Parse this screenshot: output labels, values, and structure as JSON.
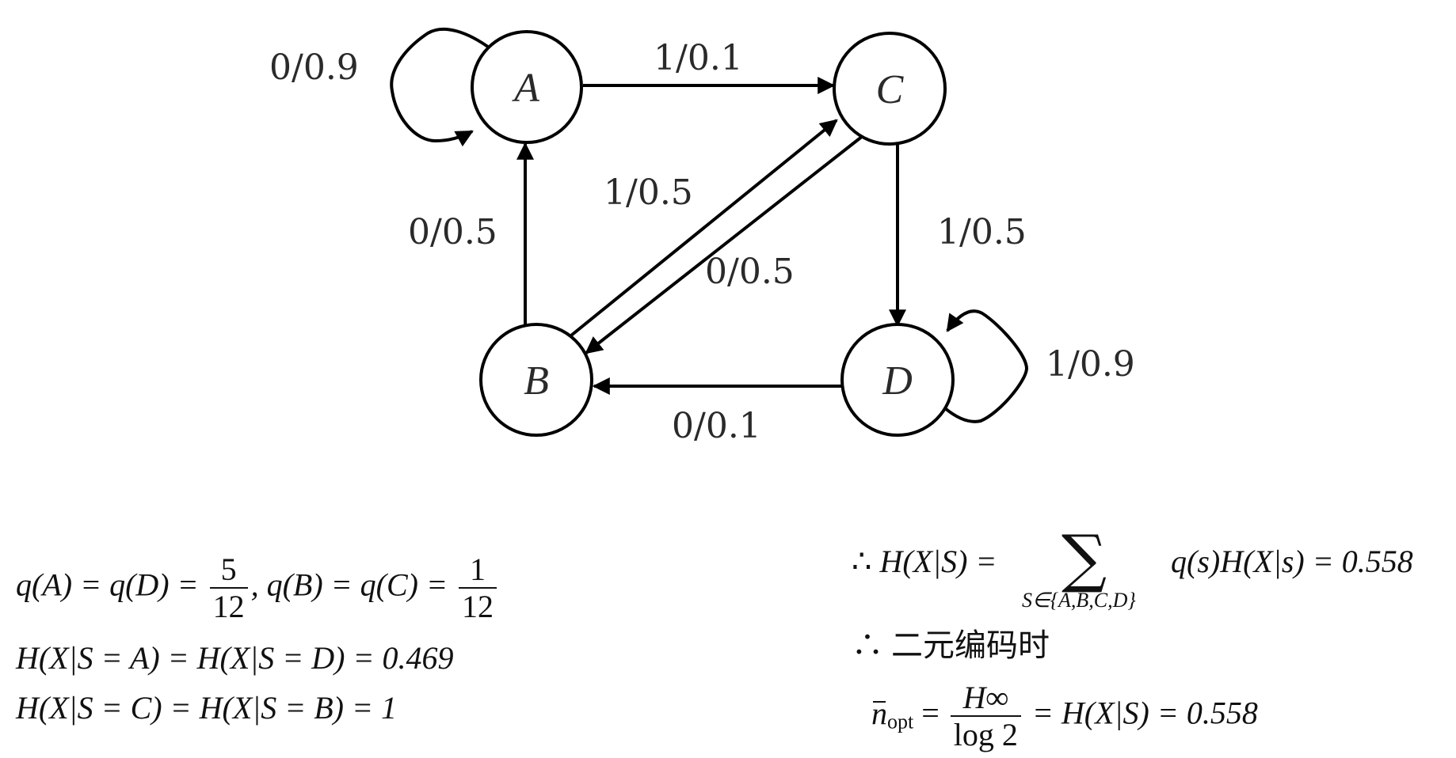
{
  "diagram": {
    "nodes": [
      {
        "id": "A",
        "label": "A"
      },
      {
        "id": "C",
        "label": "C"
      },
      {
        "id": "B",
        "label": "B"
      },
      {
        "id": "D",
        "label": "D"
      }
    ],
    "edges": [
      {
        "from": "A",
        "to": "A",
        "label": "0/0.9"
      },
      {
        "from": "A",
        "to": "C",
        "label": "1/0.1"
      },
      {
        "from": "B",
        "to": "A",
        "label": "0/0.5"
      },
      {
        "from": "B",
        "to": "C",
        "label": "1/0.5"
      },
      {
        "from": "C",
        "to": "B",
        "label": "0/0.5"
      },
      {
        "from": "C",
        "to": "D",
        "label": "1/0.5"
      },
      {
        "from": "D",
        "to": "D",
        "label": "1/0.9"
      },
      {
        "from": "D",
        "to": "B",
        "label": "0/0.1"
      }
    ],
    "stroke_color": "#000000"
  },
  "formulas": {
    "stationary": {
      "lhs": "q(A) = q(D) =",
      "frac1_num": "5",
      "frac1_den": "12",
      "mid": ", q(B) = q(C) =",
      "frac2_num": "1",
      "frac2_den": "12"
    },
    "entropy_AD": "H(X|S = A) = H(X|S = D) = 0.469",
    "entropy_CB": "H(X|S = C) = H(X|S = B) = 1",
    "conditional_entropy": {
      "therefore": "∴",
      "lhs": "H(X|S) =",
      "sum_symbol": "∑",
      "sum_subscript": "S∈{A,B,C,D}",
      "rhs": "q(s)H(X|s) = 0.558"
    },
    "binary_coding": {
      "therefore": "∴",
      "text": "二元编码时"
    },
    "optimal_length": {
      "n": "n",
      "sub": "opt",
      "eq": "=",
      "frac_num": "H∞",
      "frac_den": "log 2",
      "rhs": "= H(X|S) = 0.558"
    }
  }
}
